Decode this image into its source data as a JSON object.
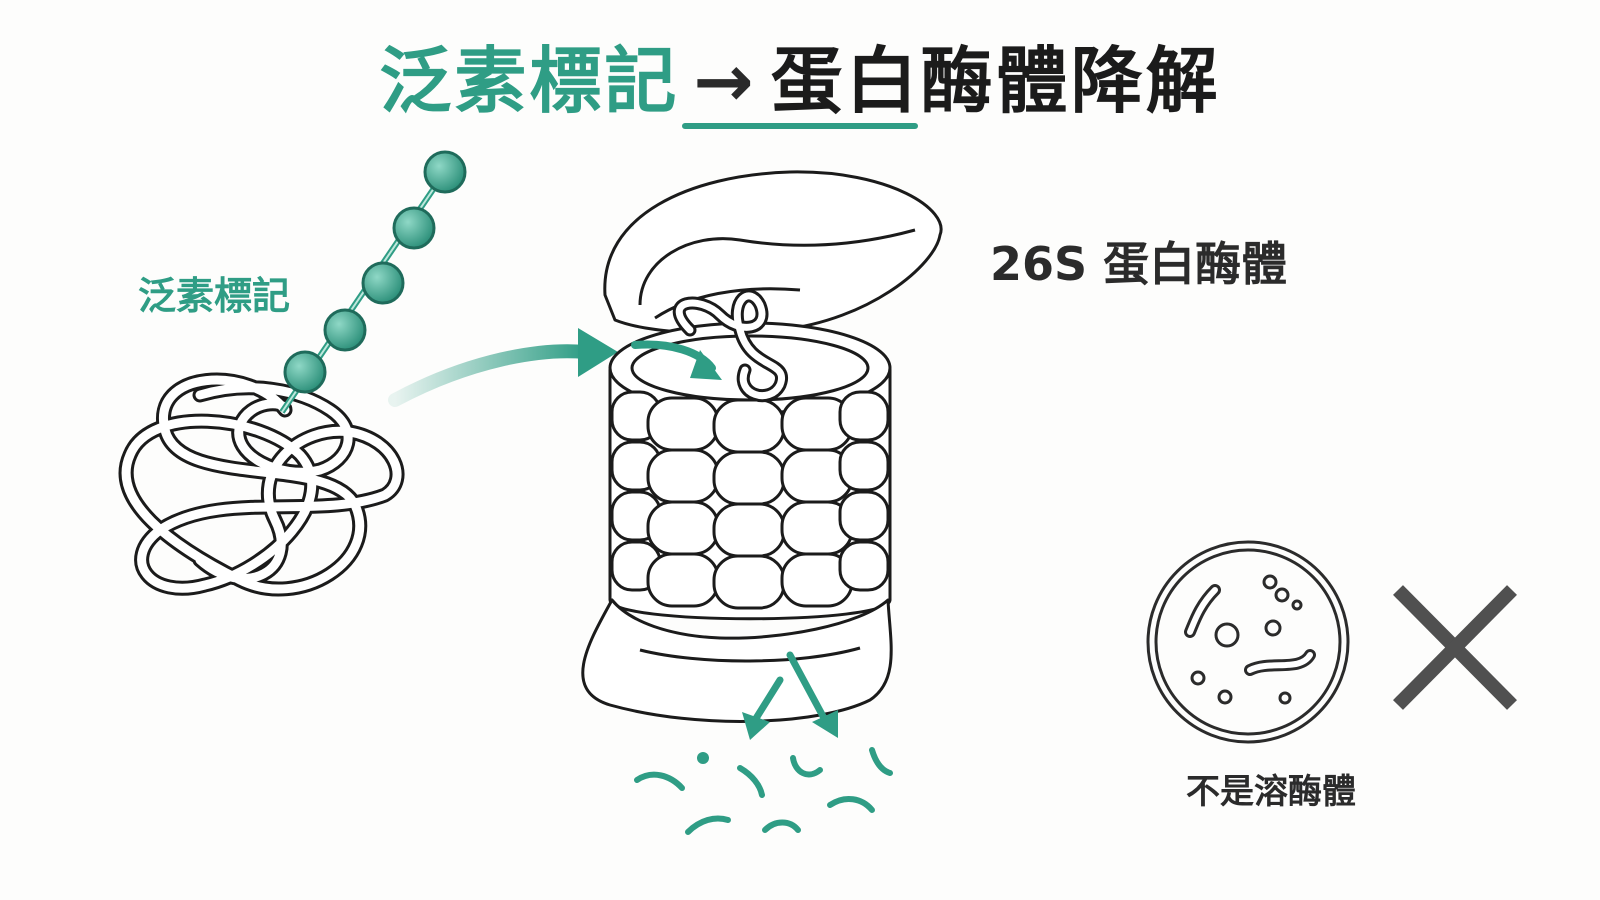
{
  "title": {
    "part1": "泛素標記",
    "arrow": "→",
    "part2": "蛋白酶體降解"
  },
  "labels": {
    "ubiquitin": "泛素標記",
    "proteasome": "26S 蛋白酶體",
    "not_lysosome": "不是溶酶體"
  },
  "colors": {
    "accent": "#2f9d85",
    "ink": "#1b1b1b",
    "cross": "#505050"
  },
  "icons": {
    "ubiquitin_chain": "bead-chain",
    "substrate": "tangled-protein",
    "proteasome": "barrel-with-caps",
    "lysosome": "circle-with-vesicles",
    "negation": "x-mark"
  }
}
